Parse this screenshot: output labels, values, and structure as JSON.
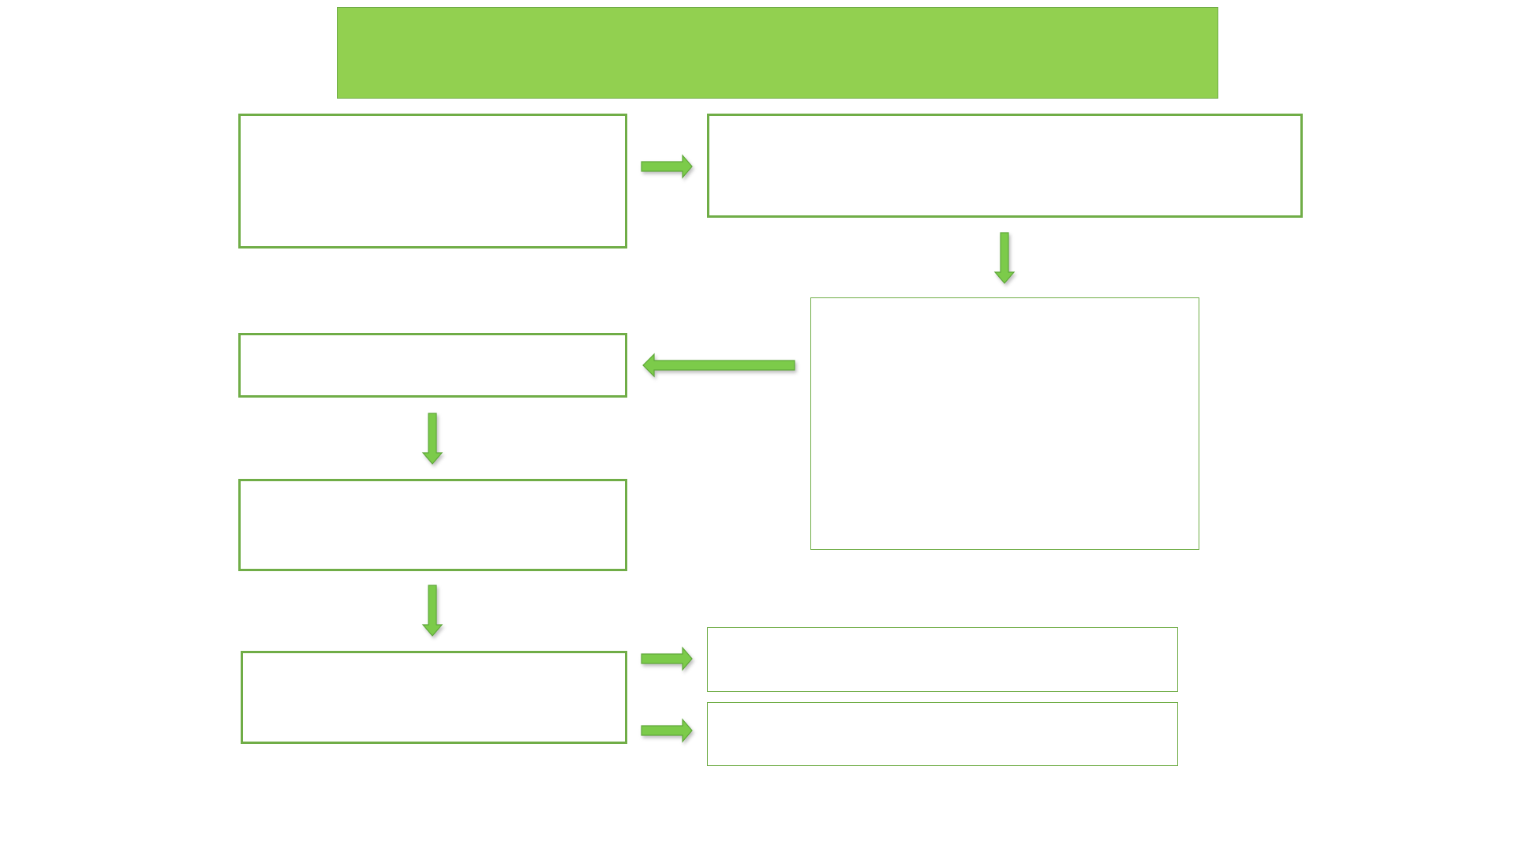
{
  "diagram": {
    "type": "flowchart",
    "colors": {
      "header_fill": "#92d050",
      "box_border": "#70ad47",
      "arrow_fill": "#7ccb4a"
    },
    "arrows": [
      {
        "from": "box-1",
        "to": "box-2",
        "direction": "right"
      },
      {
        "from": "box-2",
        "to": "box-3",
        "direction": "down"
      },
      {
        "from": "box-3",
        "to": "box-4",
        "direction": "left"
      },
      {
        "from": "box-4",
        "to": "box-5",
        "direction": "down"
      },
      {
        "from": "box-5",
        "to": "box-6",
        "direction": "down"
      },
      {
        "from": "box-6",
        "to": "box-7",
        "direction": "right"
      },
      {
        "from": "box-6",
        "to": "box-8",
        "direction": "right"
      }
    ]
  }
}
